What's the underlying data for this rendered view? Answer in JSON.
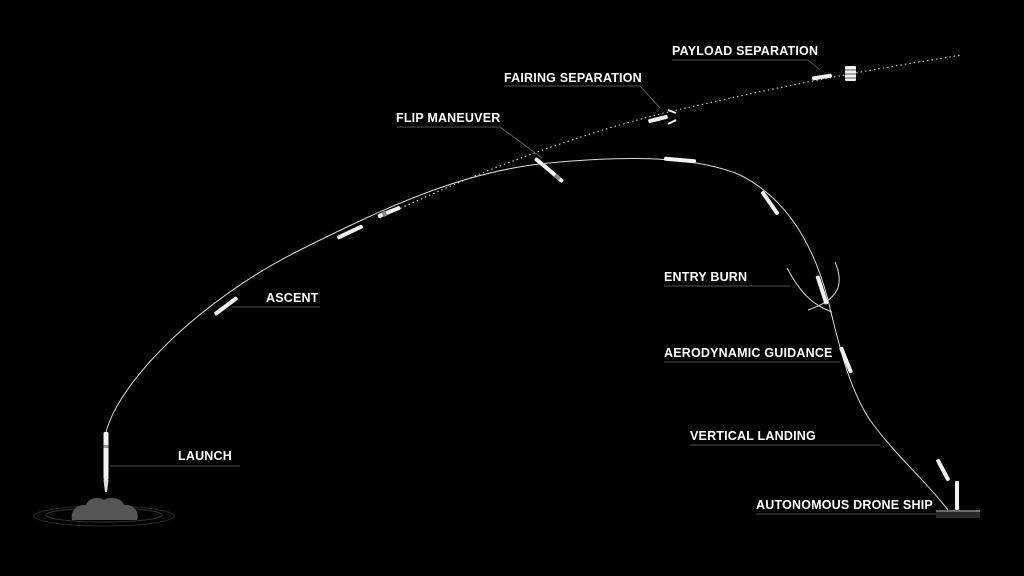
{
  "labels": {
    "launch": "LAUNCH",
    "ascent": "ASCENT",
    "flip_maneuver": "FLIP MANEUVER",
    "fairing_separation": "FAIRING SEPARATION",
    "payload_separation": "PAYLOAD SEPARATION",
    "entry_burn": "ENTRY BURN",
    "aerodynamic_guidance": "AERODYNAMIC GUIDANCE",
    "vertical_landing": "VERTICAL LANDING",
    "autonomous_drone_ship": "AUTONOMOUS DRONE SHIP"
  },
  "colors": {
    "background": "#000000",
    "trajectory": "#d9d9d9",
    "text": "#ffffff",
    "leader": "#6f6f6f",
    "smoke": "#555555"
  }
}
